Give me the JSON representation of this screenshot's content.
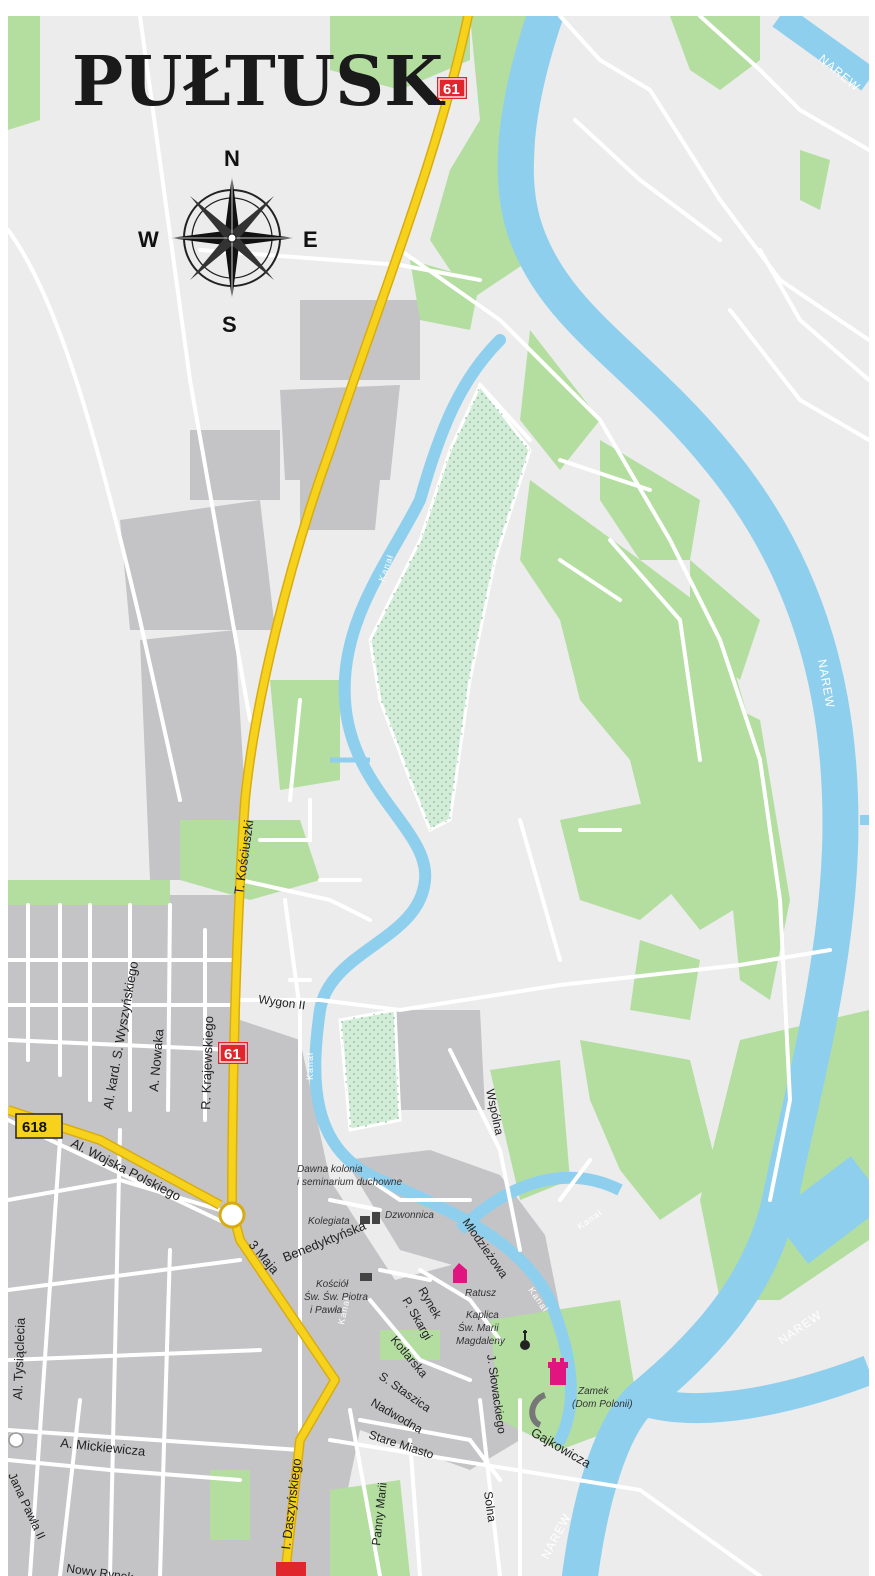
{
  "title": "PUŁTUSK",
  "compass": {
    "n": "N",
    "s": "S",
    "e": "E",
    "w": "W"
  },
  "road_shields": {
    "r61_top": "61",
    "r61_mid": "61",
    "r618": "618"
  },
  "rivers": {
    "narew_top": "NAREW",
    "narew_mid": "NAREW",
    "narew_lower": "NAREW",
    "narew_bottom": "NAREW",
    "kanal_1": "Kanał",
    "kanal_2": "Kanał",
    "kanal_3": "Kanał",
    "kanal_4": "Kanał",
    "kanal_5": "Kanał"
  },
  "streets": {
    "kosciuszki": "T. Kościuszki",
    "wygon": "Wygon II",
    "wyszynskiego": "Al. kard. S. Wyszyńskiego",
    "nowaka": "A. Nowaka",
    "krajewskiego": "R. Krajewskiego",
    "wojska": "Al. Wojska Polskiego",
    "trzeciego_maja": "3 Maja",
    "benedyktynska": "Benedyktyńska",
    "rynek": "Rynek",
    "skargi": "P. Skargi",
    "kotlarska": "Kotlarska",
    "staszica": "S. Staszica",
    "nadwodna": "Nadwodna",
    "stare_miasto": "Stare Miasto",
    "mlodziezowa": "Młodzieżowa",
    "slowackiego": "J. Słowackiego",
    "solna": "Solna",
    "gajkowicza": "Gajkowicza",
    "mickiewicza": "A. Mickiewicza",
    "daszynskiego": "I. Daszyńskiego",
    "panny_marii": "Panny Marii",
    "tysiaclecia": "Al. Tysiąclecia",
    "jana_pawla": "Jana Pawła II",
    "nowy_rynek": "Nowy Rynek",
    "wspolna": "Wspólna"
  },
  "landmarks": {
    "kolonia_1": "Dawna kolonia",
    "kolonia_2": "i seminarium duchowne",
    "kolegiata": "Kolegiata",
    "dzwonnica": "Dzwonnica",
    "kosciol_1": "Kościół",
    "kosciol_2": "Św. Św. Piotra",
    "kosciol_3": "i Pawła",
    "ratusz": "Ratusz",
    "kaplica_1": "Kaplica",
    "kaplica_2": "Św. Marii",
    "kaplica_3": "Magdaleny",
    "zamek_1": "Zamek",
    "zamek_2": "(Dom Polonii)"
  },
  "colors": {
    "land": "#ececec",
    "water": "#8fcfee",
    "green": "#b3dea0",
    "urban": "#c4c4c6",
    "road_main": "#f6d21c",
    "road_main_edge": "#d8ac10",
    "shield": "#e0262c",
    "landmark": "#e0157f"
  }
}
